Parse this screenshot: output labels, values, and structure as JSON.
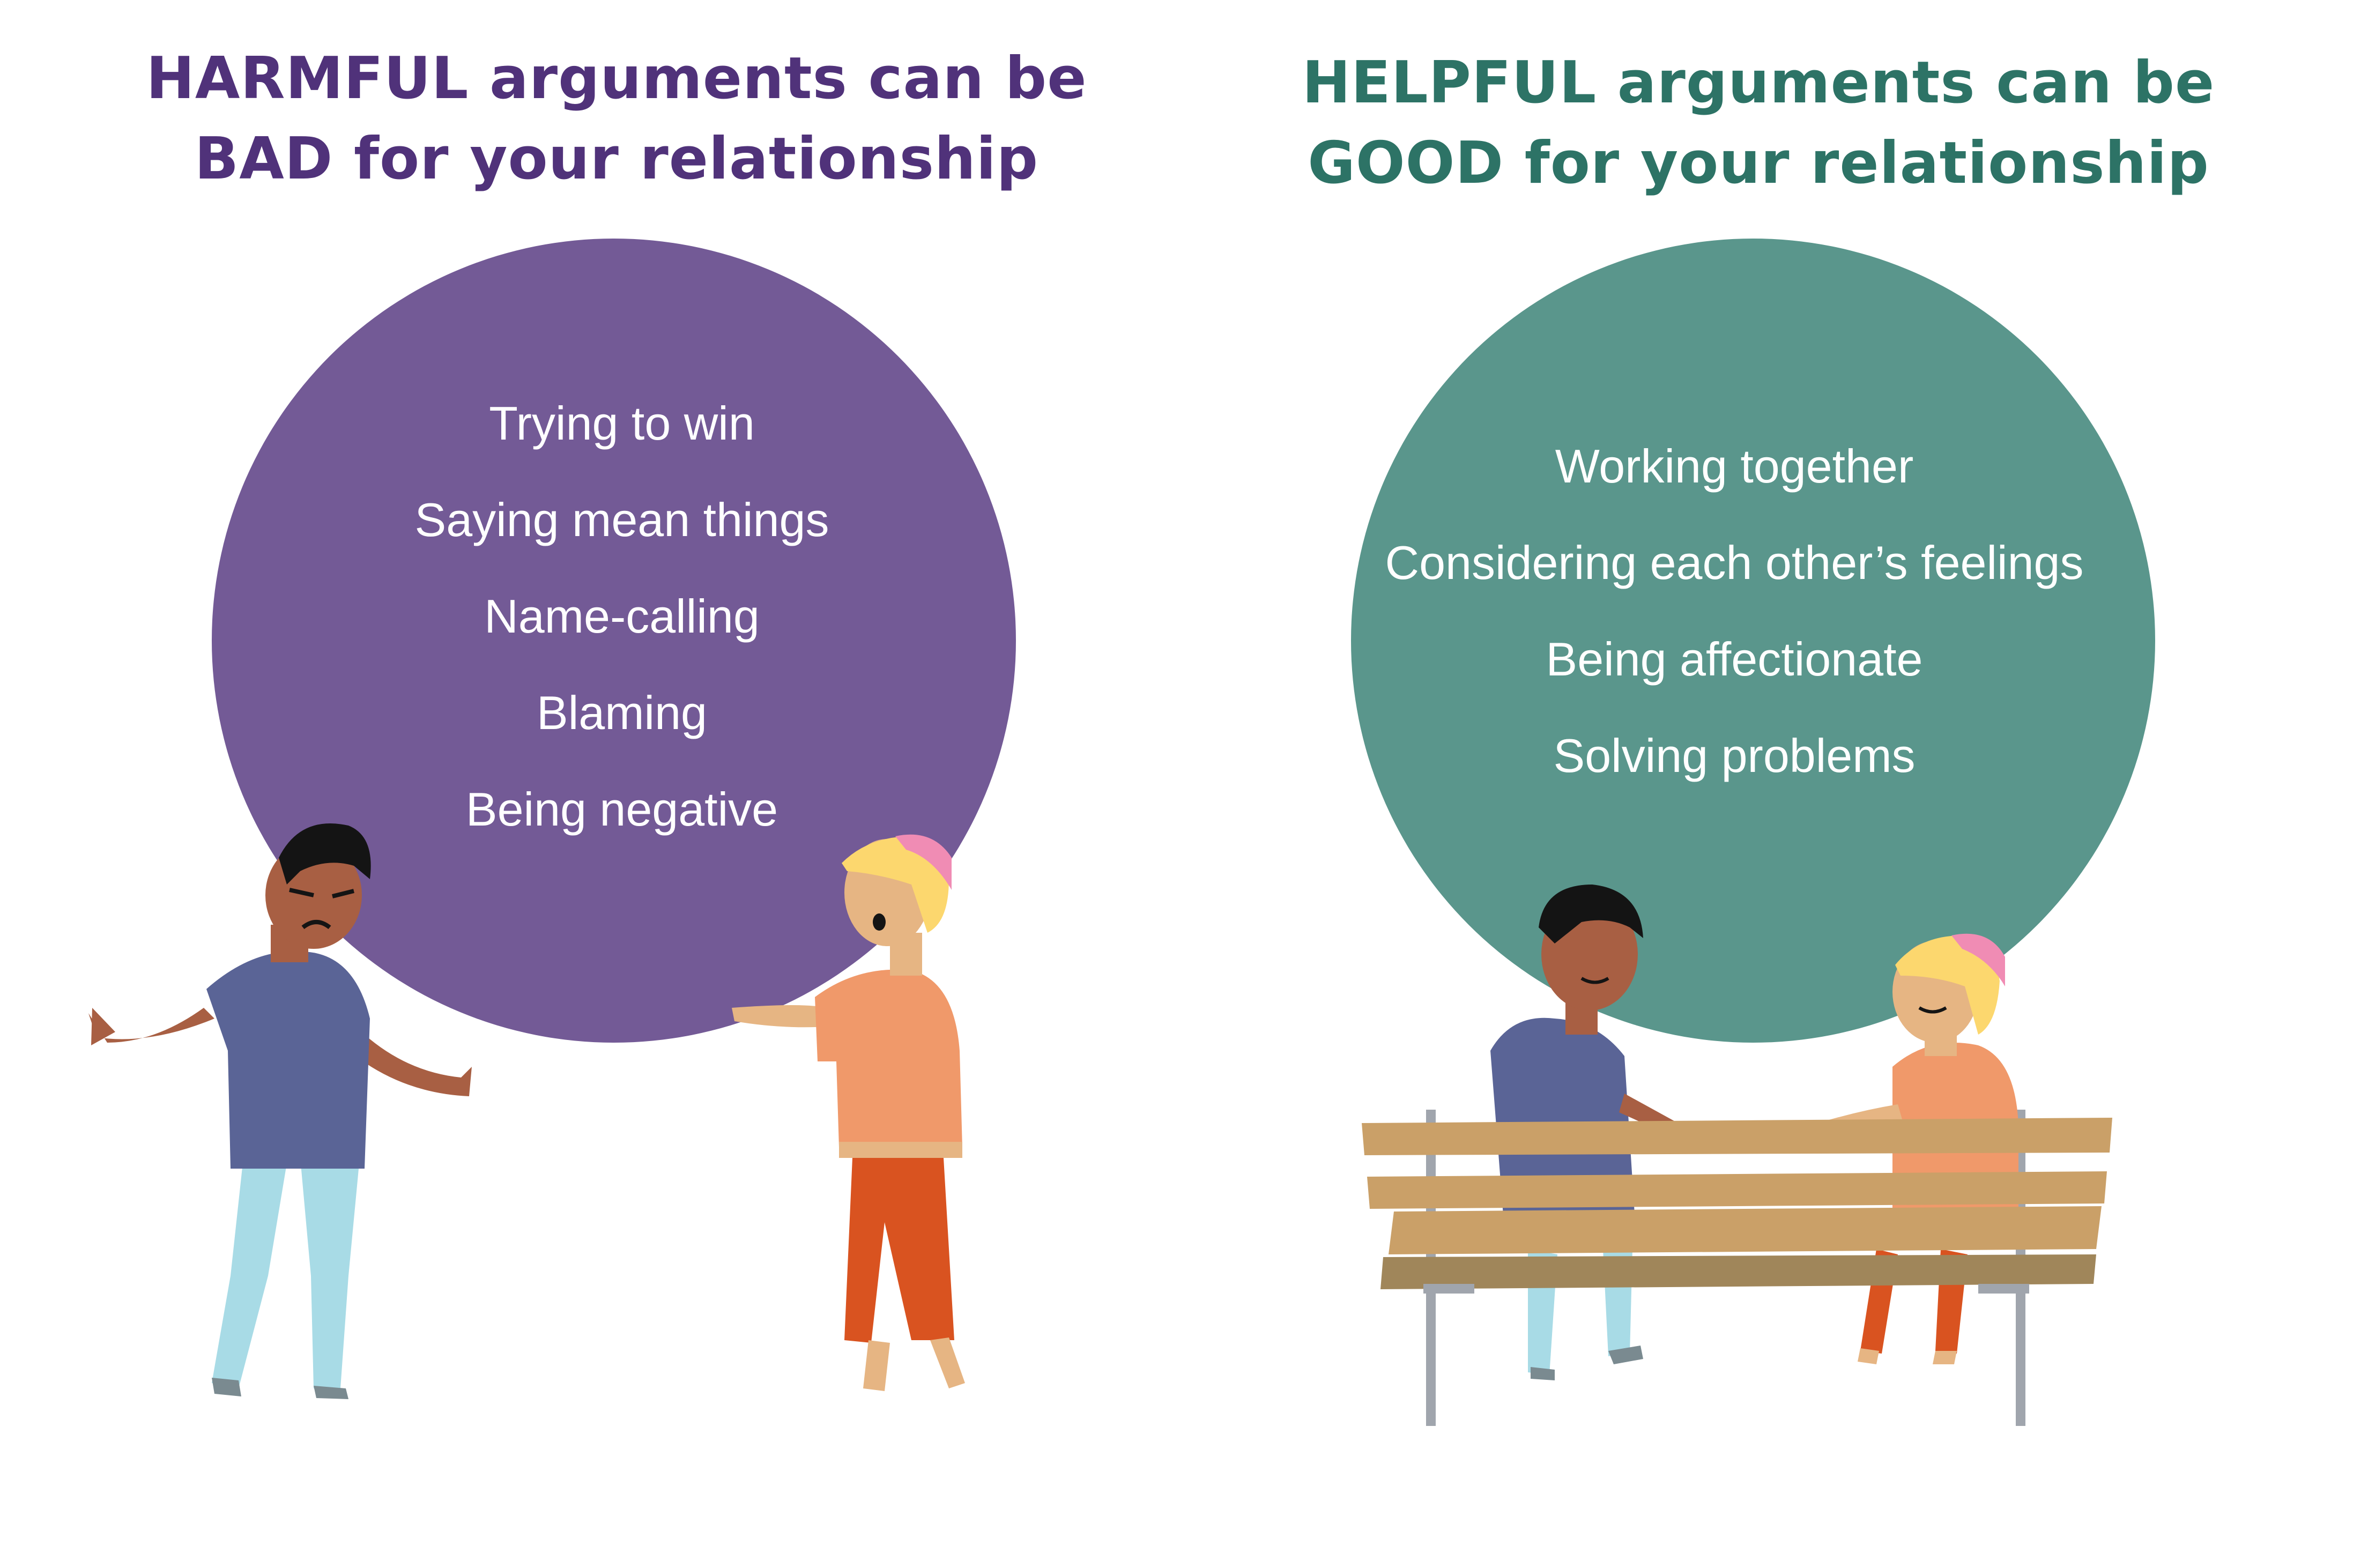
{
  "harmful": {
    "title_line1": "HARMFUL arguments can be",
    "title_line2": "BAD for your relationship",
    "color": "#50327a",
    "circle_color": "#735a96",
    "items": [
      "Trying to win",
      "Saying mean things",
      "Name-calling",
      "Blaming",
      "Being negative"
    ]
  },
  "helpful": {
    "title_line1": "HELPFUL arguments can be",
    "title_line2": "GOOD for your relationship",
    "color": "#2d7366",
    "circle_color": "#5a968c",
    "items": [
      "Working together",
      "Considering each other’s feelings",
      "Being affectionate",
      "Solving problems"
    ]
  }
}
